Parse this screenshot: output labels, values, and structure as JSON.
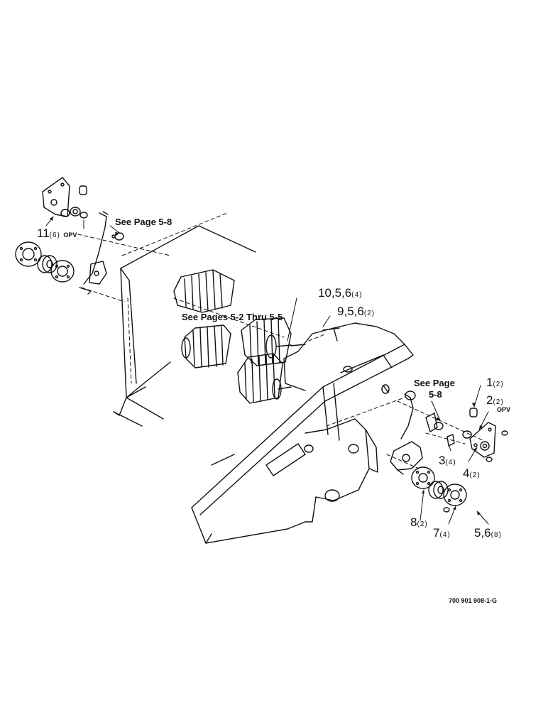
{
  "references": {
    "see_page_top": "See Page 5-8",
    "see_pages_middle": "See Pages 5-2 Thru 5-5",
    "see_page_right_1": "See Page",
    "see_page_right_2": "5-8"
  },
  "callouts": {
    "c11": {
      "num": "11",
      "qty": "(6)",
      "note": "OPV"
    },
    "c10": {
      "num": "10,5,6",
      "qty": "(4)"
    },
    "c9": {
      "num": "9,5,6",
      "qty": "(2)"
    },
    "c1": {
      "num": "1",
      "qty": "(2)"
    },
    "c2": {
      "num": "2",
      "qty": "(2)",
      "note": "OPV"
    },
    "c3": {
      "num": "3",
      "qty": "(4)"
    },
    "c4": {
      "num": "4",
      "qty": "(2)"
    },
    "c8": {
      "num": "8",
      "qty": "(2)"
    },
    "c7": {
      "num": "7",
      "qty": "(4)"
    },
    "c56": {
      "num": "5,6",
      "qty": "(8)"
    }
  },
  "figure_code": "700 901 908-1-G"
}
